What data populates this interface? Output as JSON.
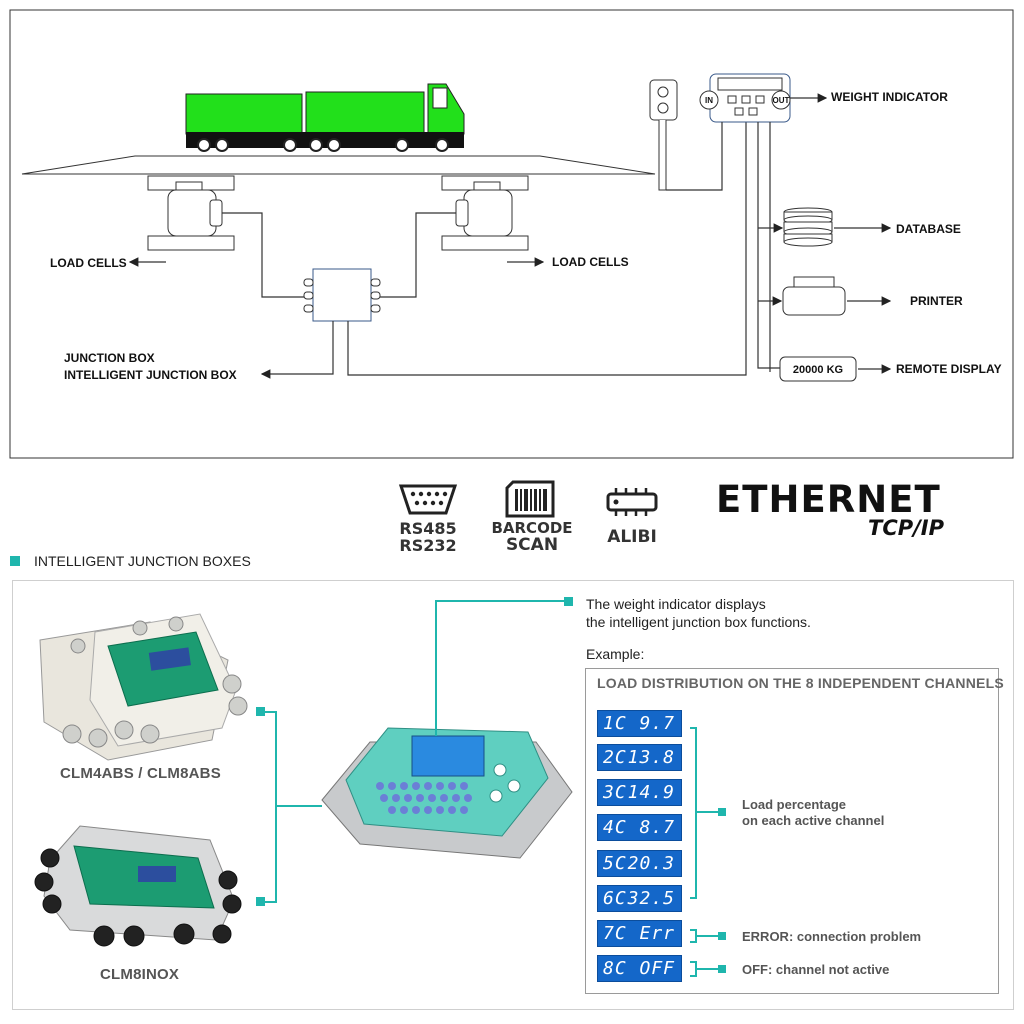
{
  "diagram": {
    "labels": {
      "weight_indicator": "WEIGHT INDICATOR",
      "in": "IN",
      "out": "OUT",
      "database": "DATABASE",
      "printer": "PRINTER",
      "remote_display": "REMOTE DISPLAY",
      "remote_value": "20000 KG",
      "load_cells_left": "LOAD CELLS",
      "load_cells_right": "LOAD CELLS",
      "junction_box": "JUNCTION BOX",
      "intelligent_junction_box": "INTELLIGENT JUNCTION BOX"
    },
    "colors": {
      "truck": "#22e01b",
      "line": "#222222",
      "accent": "#1fb6ad",
      "lcd": "#1467c9"
    }
  },
  "features": {
    "rs": {
      "icon": "serial-port-icon",
      "line1": "RS485",
      "line2": "RS232"
    },
    "barcode": {
      "icon": "barcode-icon",
      "line1": "BARCODE",
      "line2": "SCAN"
    },
    "alibi": {
      "icon": "memory-chip-icon",
      "line1": "ALIBI"
    },
    "ethernet": {
      "line1": "ETHERNET",
      "line2": "TCP/IP"
    }
  },
  "section": {
    "title": "INTELLIGENT JUNCTION BOXES"
  },
  "products": {
    "clm_abs": "CLM4ABS / CLM8ABS",
    "clm_inox": "CLM8INOX"
  },
  "description": {
    "line1": "The weight indicator displays",
    "line2": "the intelligent junction box functions.",
    "example": "Example:"
  },
  "distribution": {
    "title": "LOAD DISTRIBUTION ON THE 8 INDEPENDENT CHANNELS",
    "channels": [
      {
        "ch": "1C",
        "val": "9.7"
      },
      {
        "ch": "2C",
        "val": "13.8"
      },
      {
        "ch": "3C",
        "val": "14.9"
      },
      {
        "ch": "4C",
        "val": "8.7"
      },
      {
        "ch": "5C",
        "val": "20.3"
      },
      {
        "ch": "6C",
        "val": "32.5"
      },
      {
        "ch": "7C",
        "val": "Err"
      },
      {
        "ch": "8C",
        "val": "OFF"
      }
    ],
    "annot_load_1": "Load percentage",
    "annot_load_2": "on each active channel",
    "annot_error": "ERROR: connection problem",
    "annot_off": "OFF: channel not active"
  }
}
